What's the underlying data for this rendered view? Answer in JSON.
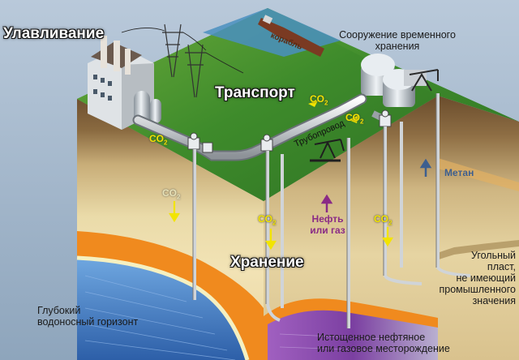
{
  "labels": {
    "capture": "Улавливание",
    "transport": "Транспорт",
    "storage": "Хранение",
    "temp_storage_line1": "Сооружение временного",
    "temp_storage_line2": "хранения",
    "ship": "корабль",
    "pipeline": "Трубопровод",
    "methane": "Метан",
    "oil_gas_line1": "Нефть",
    "oil_gas_line2": "или газ",
    "coal_line1": "Угольный",
    "coal_line2": "пласт,",
    "coal_line3": "не имеющий",
    "coal_line4": "промышленного",
    "coal_line5": "значения",
    "aquifer_line1": "Глубокий",
    "aquifer_line2": "водоносный горизонт",
    "depleted_line1": "Истощенное нефтяное",
    "depleted_line2": "или газовое месторождение"
  },
  "co2": {
    "base": "CO",
    "subscript": "2"
  },
  "colors": {
    "grass": "#3d8a2a",
    "soil_top": "#7a5a32",
    "sand": "#e9d9a6",
    "orange_layer": "#f08a1e",
    "aquifer_blue": "#3d7fcc",
    "purple_reservoir": "#7b3fa1",
    "co2_yellow": "#f2e400",
    "oil_purple": "#8a2b86",
    "methane_blue": "#3d5f8f"
  }
}
